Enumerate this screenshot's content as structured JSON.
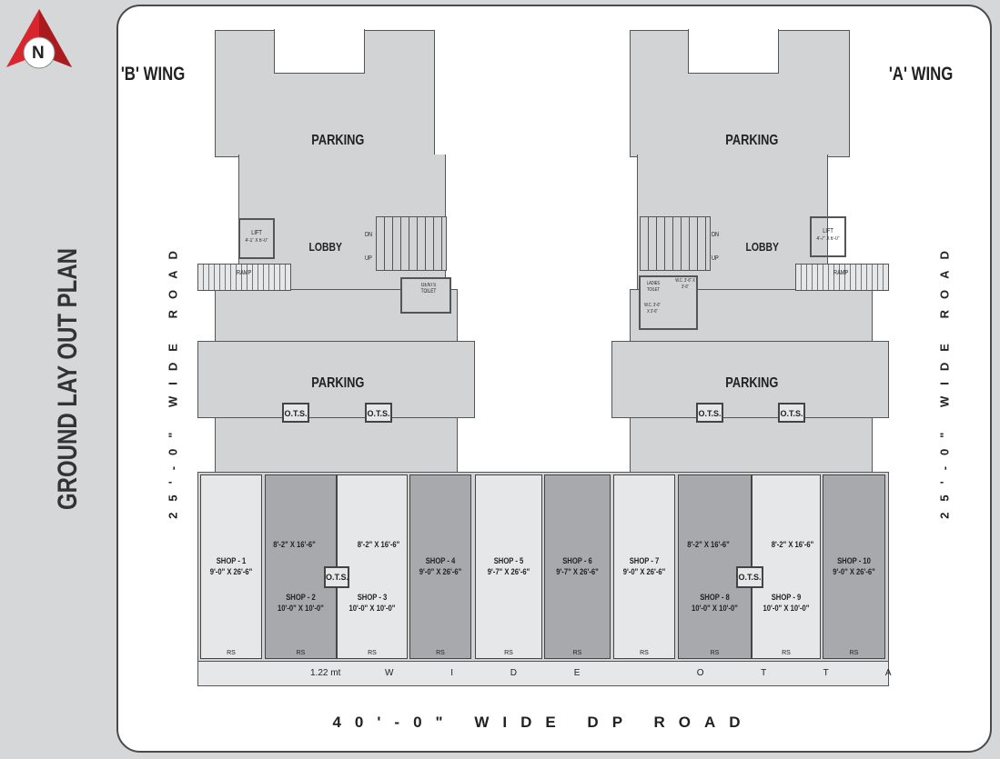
{
  "title": "GROUND LAY OUT PLAN",
  "north_label": "N",
  "icons": {
    "north": "north-arrow-icon"
  },
  "colors": {
    "plan_fill": "#d1d3d4",
    "shop_dark": "#a7a9ac",
    "shop_light": "#e6e7e8",
    "north_red": "#d9262c"
  },
  "b_wing": {
    "label": "'B' WING",
    "parking_top": "PARKING",
    "lobby": "LOBBY",
    "lift": "LIFT",
    "lift_size": "4'-1\" X 6'-0\"",
    "ramp": "RAMP",
    "dn": "DN",
    "up": "UP",
    "gents_toilet": "GENTS TOILET",
    "parking_bottom": "PARKING",
    "ots": [
      "O.T.S.",
      "O.T.S."
    ]
  },
  "a_wing": {
    "label": "'A' WING",
    "parking_top": "PARKING",
    "lobby": "LOBBY",
    "lift": "LIFT",
    "lift_size": "4'-7\" X 6'-0\"",
    "ramp": "RAMP",
    "dn": "DN",
    "up": "UP",
    "ladies_toilet": "LADIES TOILET",
    "wc1": "W.C. 3'-6\" X 3'-6\"",
    "wc2": "W.C. 3'-6\" X 3'-6\"",
    "parking_bottom": "PARKING",
    "ots": [
      "O.T.S.",
      "O.T.S."
    ]
  },
  "shops": [
    {
      "name": "SHOP - 1",
      "size": "9'-0\" X 26'-6\"",
      "rs": "RS"
    },
    {
      "name": "SHOP - 2",
      "size": "10'-0\" X 10'-0\"",
      "extra": "8'-2\" X 16'-6\"",
      "rs": "RS"
    },
    {
      "name": "SHOP - 3",
      "size": "10'-0\" X 10'-0\"",
      "extra": "8'-2\" X 16'-6\"",
      "rs": "RS"
    },
    {
      "name": "SHOP - 4",
      "size": "9'-0\" X 26'-6\"",
      "rs": "RS"
    },
    {
      "name": "SHOP - 5",
      "size": "9'-7\" X 26'-6\"",
      "rs": "RS"
    },
    {
      "name": "SHOP - 6",
      "size": "9'-7\" X 26'-6\"",
      "rs": "RS"
    },
    {
      "name": "SHOP - 7",
      "size": "9'-0\" X 26'-6\"",
      "rs": "RS"
    },
    {
      "name": "SHOP - 8",
      "size": "10'-0\" X 10'-0\"",
      "extra": "8'-2\" X 16'-6\"",
      "rs": "RS"
    },
    {
      "name": "SHOP - 9",
      "size": "10'-0\" X 10'-0\"",
      "extra": "8'-2\" X 16'-6\"",
      "rs": "RS"
    },
    {
      "name": "SHOP - 10",
      "size": "9'-0\" X 26'-6\"",
      "rs": "RS"
    }
  ],
  "shop_ots": [
    "O.T.S.",
    "O.T.S."
  ],
  "otta": {
    "width": "1.22 mt",
    "text": "W I D E   O T T A"
  },
  "roads": {
    "left": "25'-0\" WIDE ROAD",
    "right": "25'-0\" WIDE ROAD",
    "bottom": "40'-0\" WIDE DP ROAD"
  }
}
